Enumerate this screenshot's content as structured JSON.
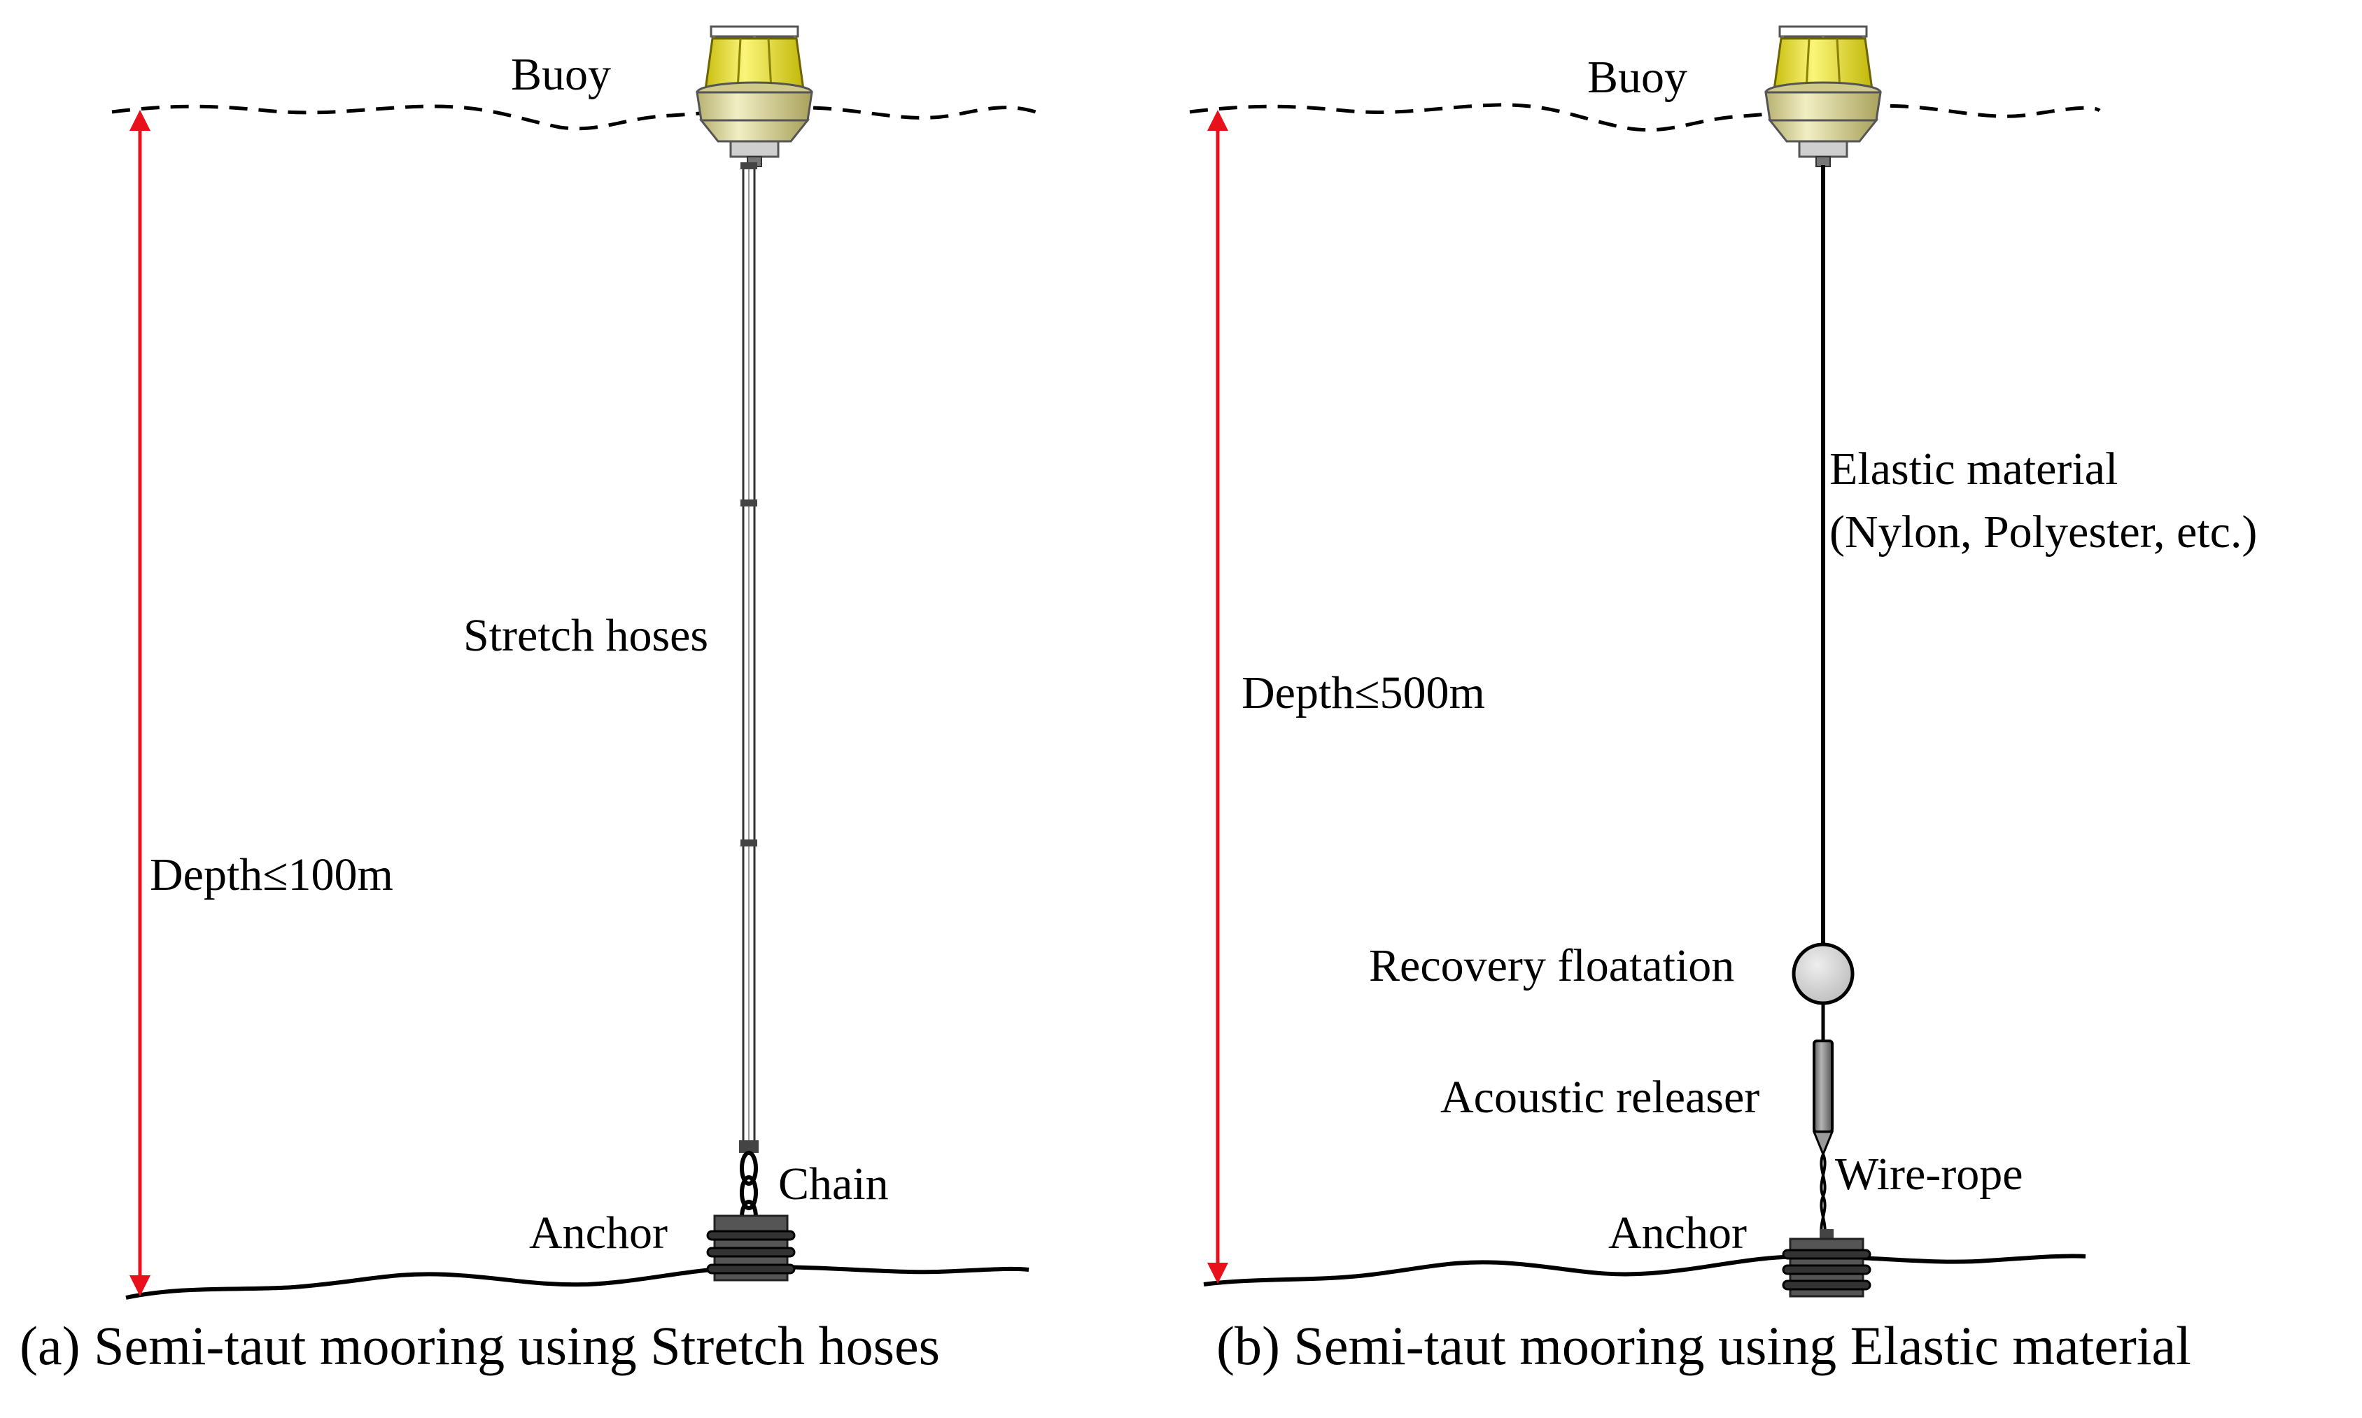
{
  "panel_a": {
    "buoy_label": "Buoy",
    "line_label": "Stretch hoses",
    "depth_label": "Depth≤100m",
    "chain_label": "Chain",
    "anchor_label": "Anchor",
    "caption": "(a)  Semi-taut mooring using Stretch hoses"
  },
  "panel_b": {
    "buoy_label": "Buoy",
    "line_label_1": "Elastic material",
    "line_label_2": "(Nylon, Polyester, etc.)",
    "depth_label": "Depth≤500m",
    "float_label": "Recovery floatation",
    "releaser_label": "Acoustic releaser",
    "wire_label": "Wire-rope",
    "anchor_label": "Anchor",
    "caption": "(b) Semi-taut mooring using Elastic material"
  },
  "colors": {
    "depth_arrow": "#e8101a",
    "buoy_body": "#e9e4a4",
    "buoy_lamp": "#f2ea2c",
    "float_fill": "#d9d9d9"
  }
}
